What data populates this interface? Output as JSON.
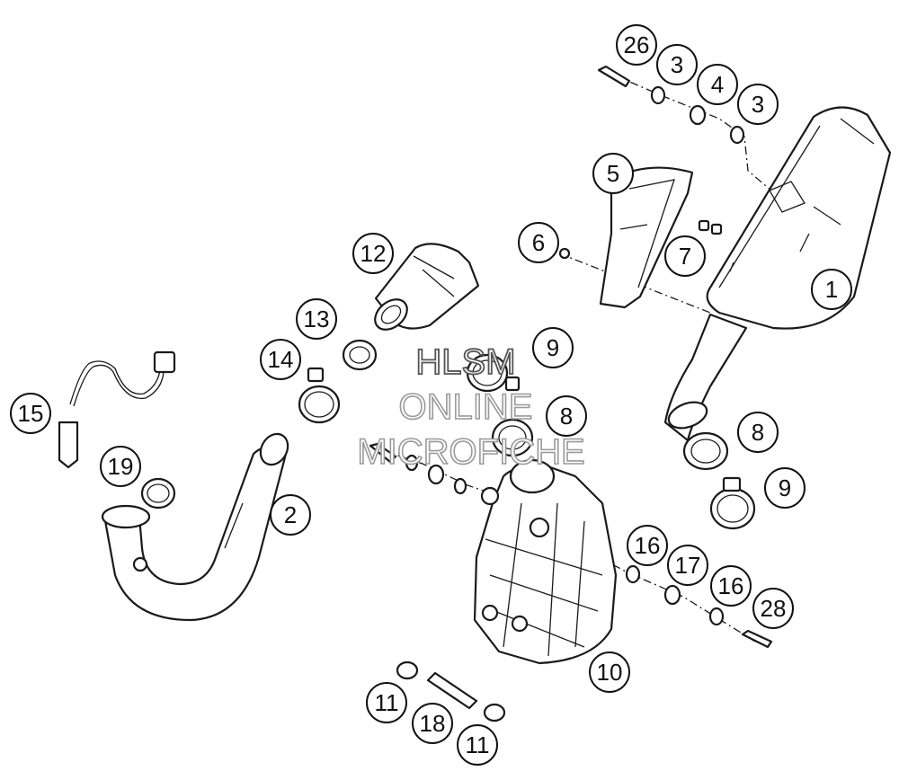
{
  "watermark": {
    "line1": "HLSM",
    "line2": "ONLINE",
    "line3": "MICROFICHE"
  },
  "callouts": [
    "26",
    "3",
    "4",
    "3",
    "5",
    "6",
    "7",
    "1",
    "12",
    "13",
    "14",
    "9",
    "15",
    "8",
    "8",
    "9",
    "19",
    "2",
    "16",
    "17",
    "16",
    "28",
    "10",
    "11",
    "18",
    "11"
  ],
  "colors": {
    "line": "#1a1a1a",
    "background": "#ffffff",
    "watermark_outline": "#9a9a9a"
  }
}
